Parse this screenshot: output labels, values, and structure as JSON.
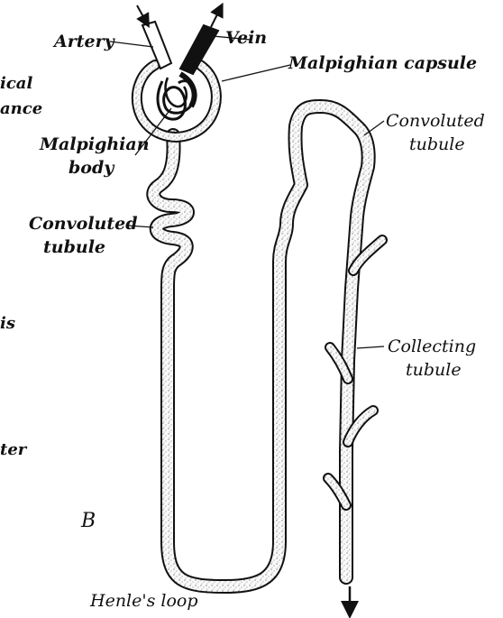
{
  "labels": {
    "artery": "Artery",
    "vein": "Vein",
    "malpighian_capsule": "Malpighian capsule",
    "malpighian_body_line1": "Malpighian",
    "malpighian_body_line2": "body",
    "convoluted_tubule_left_line1": "Convoluted",
    "convoluted_tubule_left_line2": "tubule",
    "convoluted_tubule_right_line1": "Convoluted",
    "convoluted_tubule_right_line2": "tubule",
    "collecting_tubule_line1": "Collecting",
    "collecting_tubule_line2": "tubule",
    "henles_loop": "Henle's loop",
    "figure_letter": "B"
  },
  "edge_fragments": [
    "ical",
    "ance",
    "is",
    "ter"
  ]
}
